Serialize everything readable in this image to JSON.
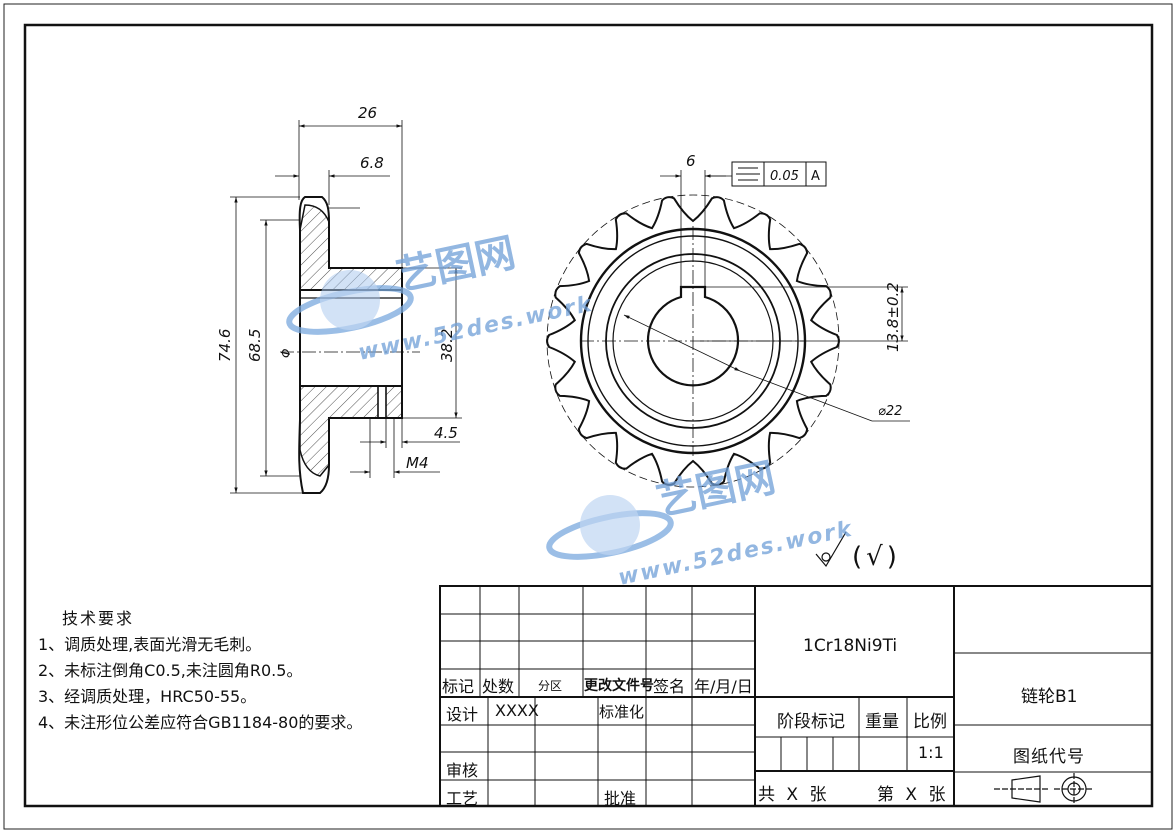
{
  "drawing": {
    "dimensions": {
      "width_26": "26",
      "hub_6_8": "6.8",
      "outer_74_6": "74.6",
      "inner_68_5": "68.5",
      "hub_38_2": "38.2",
      "offset_4_5": "4.5",
      "thread_m4": "M4",
      "key_width_6": "6",
      "key_depth": "13.8±0.2",
      "bore_dia": "⌀22",
      "phi_mark": "Φ"
    },
    "tolerance_frame": {
      "symbol": "⌯",
      "value": "0.05",
      "datum": "A"
    },
    "surface_finish": "(√)"
  },
  "watermark": {
    "brand": "艺图网",
    "url": "www.52des.work"
  },
  "technical_requirements": {
    "title": "技术要求",
    "items": [
      "1、调质处理,表面光滑无毛刺。",
      "2、未标注倒角C0.5,未注圆角R0.5。",
      "3、经调质处理，HRC50-55。",
      "4、未注形位公差应符合GB1184-80的要求。"
    ]
  },
  "title_block": {
    "material": "1Cr18Ni9Ti",
    "part_name": "链轮B1",
    "drawing_code_label": "图纸代号",
    "labels": {
      "mark": "标记",
      "count": "处数",
      "zone": "分区",
      "change_doc": "更改文件号",
      "sign": "签名",
      "date": "年/月/日",
      "design": "设计",
      "designer": "XXXX",
      "standardize": "标准化",
      "review": "审核",
      "process": "工艺",
      "approve": "批准",
      "stage_mark": "阶段标记",
      "weight": "重量",
      "scale": "比例",
      "scale_value": "1:1",
      "total": "共 X 张",
      "sheet": "第 X 张"
    }
  }
}
